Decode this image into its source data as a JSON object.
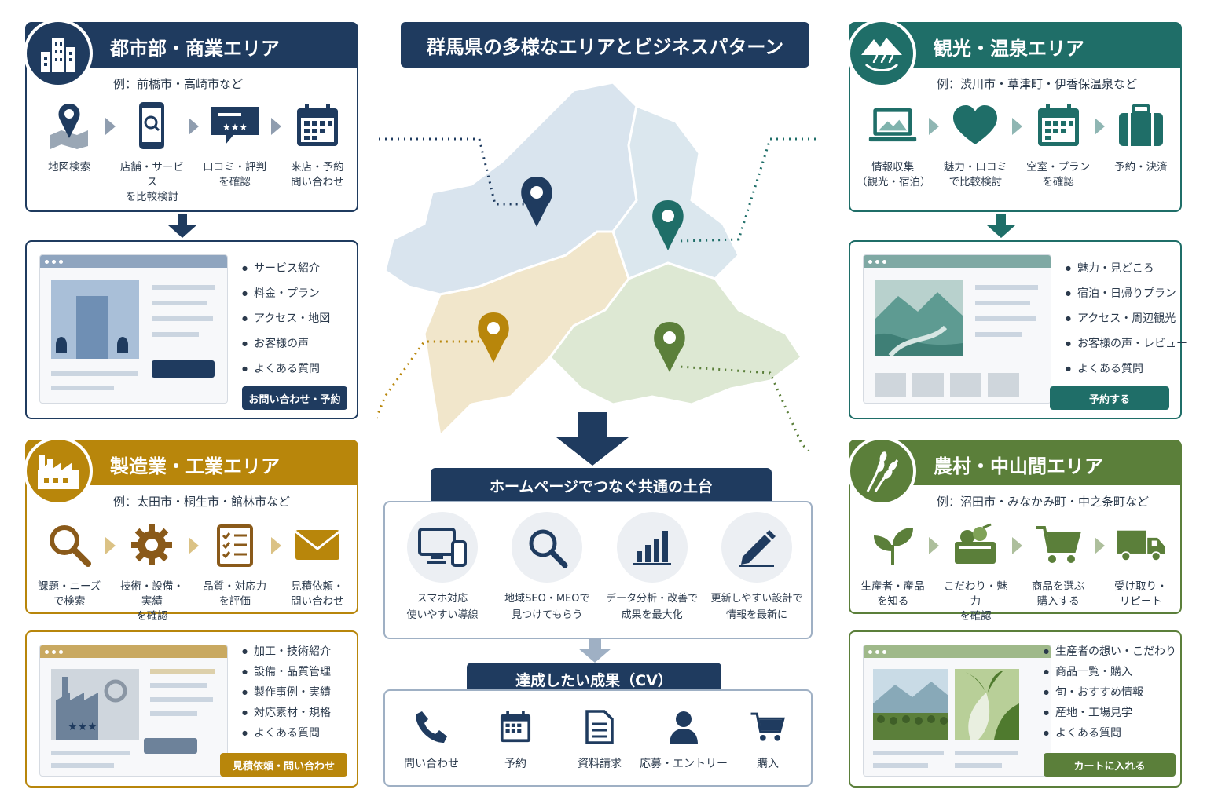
{
  "title": "群馬県の多様なエリアとビジネスパターン",
  "colors": {
    "navy": "#1f3b5f",
    "teal": "#1f6e68",
    "gold": "#b8860b",
    "green": "#5b7f3a"
  },
  "areas": {
    "urban": {
      "title": "都市部・商業エリア",
      "example": "例：前橋市・高崎市など",
      "icon": "buildings-icon",
      "steps": [
        {
          "icon": "map-pin-icon",
          "label": "地図検索"
        },
        {
          "icon": "smartphone-search-icon",
          "label": "店舗・サービス\nを比較検討"
        },
        {
          "icon": "review-stars-icon",
          "label": "口コミ・評判\nを確認"
        },
        {
          "icon": "calendar-icon",
          "label": "来店・予約\n問い合わせ"
        }
      ],
      "features": [
        "サービス紹介",
        "料金・プラン",
        "アクセス・地図",
        "お客様の声",
        "よくある質問"
      ],
      "cta": "お問い合わせ・予約"
    },
    "tourism": {
      "title": "観光・温泉エリア",
      "example": "例：渋川市・草津町・伊香保温泉など",
      "icon": "mountain-onsen-icon",
      "steps": [
        {
          "icon": "laptop-icon",
          "label": "情報収集\n（観光・宿泊）"
        },
        {
          "icon": "heart-icon",
          "label": "魅力・口コミ\nで比較検討"
        },
        {
          "icon": "calendar-icon",
          "label": "空室・プラン\nを確認"
        },
        {
          "icon": "suitcase-icon",
          "label": "予約・決済"
        }
      ],
      "features": [
        "魅力・見どころ",
        "宿泊・日帰りプラン",
        "アクセス・周辺観光",
        "お客様の声・レビュー",
        "よくある質問"
      ],
      "cta": "予約する"
    },
    "industry": {
      "title": "製造業・工業エリア",
      "example": "例：太田市・桐生市・館林市など",
      "icon": "factory-icon",
      "steps": [
        {
          "icon": "magnifier-icon",
          "label": "課題・ニーズ\nで検索"
        },
        {
          "icon": "gear-icon",
          "label": "技術・設備・実績\nを確認"
        },
        {
          "icon": "checklist-icon",
          "label": "品質・対応力\nを評価"
        },
        {
          "icon": "envelope-icon",
          "label": "見積依頼・\n問い合わせ"
        }
      ],
      "features": [
        "加工・技術紹介",
        "設備・品質管理",
        "製作事例・実績",
        "対応素材・規格",
        "よくある質問"
      ],
      "cta": "見積依頼・問い合わせ"
    },
    "rural": {
      "title": "農村・中山間エリア",
      "example": "例：沼田市・みなかみ町・中之条町など",
      "icon": "rice-icon",
      "steps": [
        {
          "icon": "sprout-icon",
          "label": "生産者・産品\nを知る"
        },
        {
          "icon": "vegetable-basket-icon",
          "label": "こだわり・魅力\nを確認"
        },
        {
          "icon": "cart-icon",
          "label": "商品を選ぶ\n購入する"
        },
        {
          "icon": "truck-icon",
          "label": "受け取り・\nリピート"
        }
      ],
      "features": [
        "生産者の想い・こだわり",
        "商品一覧・購入",
        "旬・おすすめ情報",
        "産地・工場見学",
        "よくある質問"
      ],
      "cta": "カートに入れる"
    }
  },
  "common": {
    "title": "ホームページでつなぐ共通の土台",
    "items": [
      {
        "icon": "responsive-devices-icon",
        "label": "スマホ対応\n使いやすい導線"
      },
      {
        "icon": "magnifier-icon",
        "label": "地域SEO・MEOで\n見つけてもらう"
      },
      {
        "icon": "bar-chart-icon",
        "label": "データ分析・改善で\n成果を最大化"
      },
      {
        "icon": "pencil-icon",
        "label": "更新しやすい設計で\n情報を最新に"
      }
    ]
  },
  "cv": {
    "title": "達成したい成果（CV）",
    "items": [
      {
        "icon": "phone-icon",
        "label": "問い合わせ"
      },
      {
        "icon": "calendar-icon",
        "label": "予約"
      },
      {
        "icon": "document-icon",
        "label": "資料請求"
      },
      {
        "icon": "person-icon",
        "label": "応募・エントリー"
      },
      {
        "icon": "cart-icon",
        "label": "購入"
      }
    ]
  }
}
